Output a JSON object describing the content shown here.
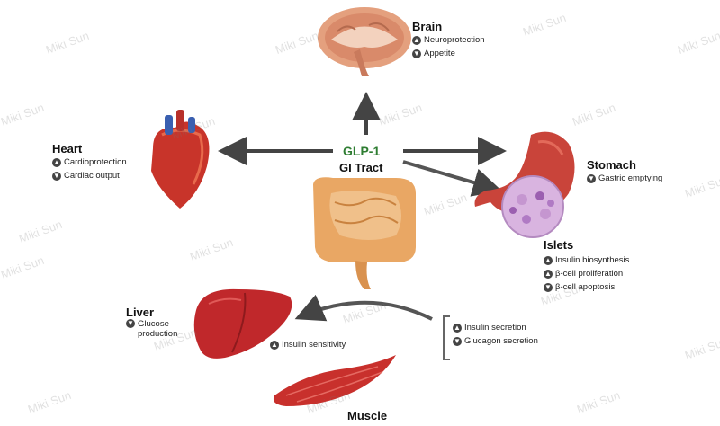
{
  "center": {
    "hormone": "GLP-1",
    "source": "GI Tract",
    "hormone_color": "#2e7d32"
  },
  "brain": {
    "title": "Brain",
    "items": [
      {
        "dir": "up",
        "text": "Neuroprotection"
      },
      {
        "dir": "down",
        "text": "Appetite"
      }
    ]
  },
  "heart": {
    "title": "Heart",
    "items": [
      {
        "dir": "up",
        "text": "Cardioprotection"
      },
      {
        "dir": "down",
        "text": "Cardiac output"
      }
    ]
  },
  "stomach": {
    "title": "Stomach",
    "items": [
      {
        "dir": "down",
        "text": "Gastric emptying"
      }
    ]
  },
  "islets": {
    "title": "Islets",
    "items": [
      {
        "dir": "up",
        "text": "Insulin biosynthesis"
      },
      {
        "dir": "up",
        "text": "β-cell proliferation"
      },
      {
        "dir": "down",
        "text": "β-cell apoptosis"
      }
    ]
  },
  "pancreas_effects": {
    "items": [
      {
        "dir": "up",
        "text": "Insulin secretion"
      },
      {
        "dir": "down",
        "text": "Glucagon secretion"
      }
    ]
  },
  "liver": {
    "title": "Liver",
    "items": [
      {
        "dir": "down",
        "text": "Glucose production"
      }
    ]
  },
  "muscle": {
    "title": "Muscle",
    "items": [
      {
        "dir": "up",
        "text": "Insulin sensitivity"
      }
    ]
  },
  "watermark": "Miki Sun",
  "colors": {
    "arrow": "#444444",
    "liver": "#c0282b",
    "muscle": "#c8302c",
    "intestine": "#e9a764",
    "brain": "#d98a6a",
    "heart": "#c8342a",
    "stomach": "#c9443a",
    "islets": "#d9b4e0"
  }
}
